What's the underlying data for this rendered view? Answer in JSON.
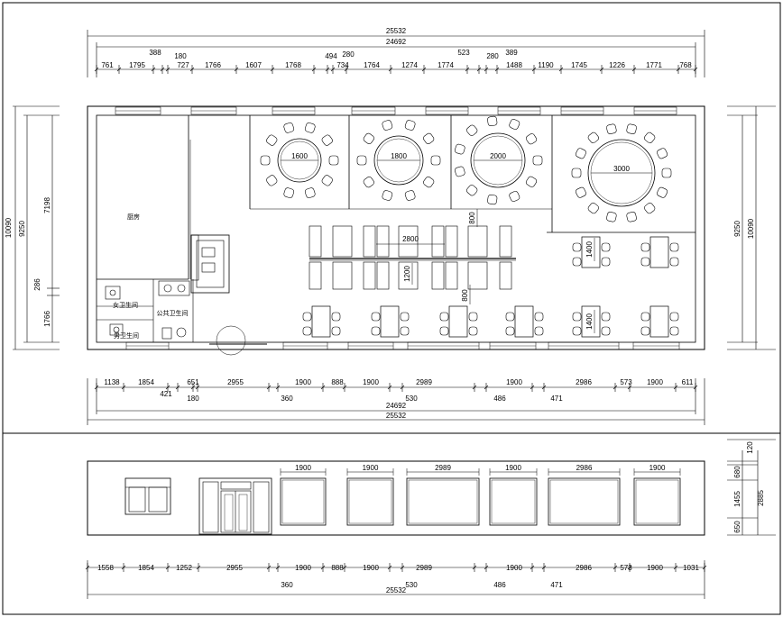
{
  "plan": {
    "overall_top": "25532",
    "inner_top": "24692",
    "top_segments": [
      "761",
      "1795",
      "388",
      "180",
      "727",
      "1766",
      "1607",
      "1768",
      "494",
      "280",
      "734",
      "1764",
      "1274",
      "1774",
      "523",
      "280",
      "389",
      "1488",
      "1190",
      "1745",
      "1226",
      "1771",
      "768"
    ],
    "left_total": "10090",
    "left_inner": "9250",
    "left_upper": "7198",
    "left_mid": "286",
    "left_lower": "1766",
    "right_inner": "9250",
    "right_total": "10090",
    "table_diameters": [
      "1600",
      "1800",
      "2000",
      "3000"
    ],
    "inner_dims": [
      "800",
      "2800",
      "1200",
      "800",
      "1400",
      "1400"
    ],
    "room_labels": {
      "kitchen": "厨房",
      "women_wc": "女卫生间",
      "public_wc": "公共卫生间",
      "men_wc": "男卫生间"
    },
    "bottom_segments": [
      "1138",
      "1854",
      "421",
      "651",
      "180",
      "2955",
      "360",
      "1900",
      "888",
      "1900",
      "530",
      "2989",
      "486",
      "1900",
      "471",
      "2986",
      "573",
      "1900",
      "611"
    ],
    "bottom_inner": "24692",
    "bottom_total": "25532"
  },
  "elevation": {
    "window_widths": [
      "1900",
      "1900",
      "2989",
      "1900",
      "2986",
      "1900"
    ],
    "right_segments": [
      "120",
      "680",
      "1455",
      "650"
    ],
    "right_total": "2885",
    "bottom_segments": [
      "1558",
      "1854",
      "1252",
      "2955",
      "360",
      "1900",
      "888",
      "1900",
      "530",
      "2989",
      "486",
      "1900",
      "471",
      "2986",
      "573",
      "1900",
      "1031"
    ],
    "bottom_total": "25532"
  }
}
